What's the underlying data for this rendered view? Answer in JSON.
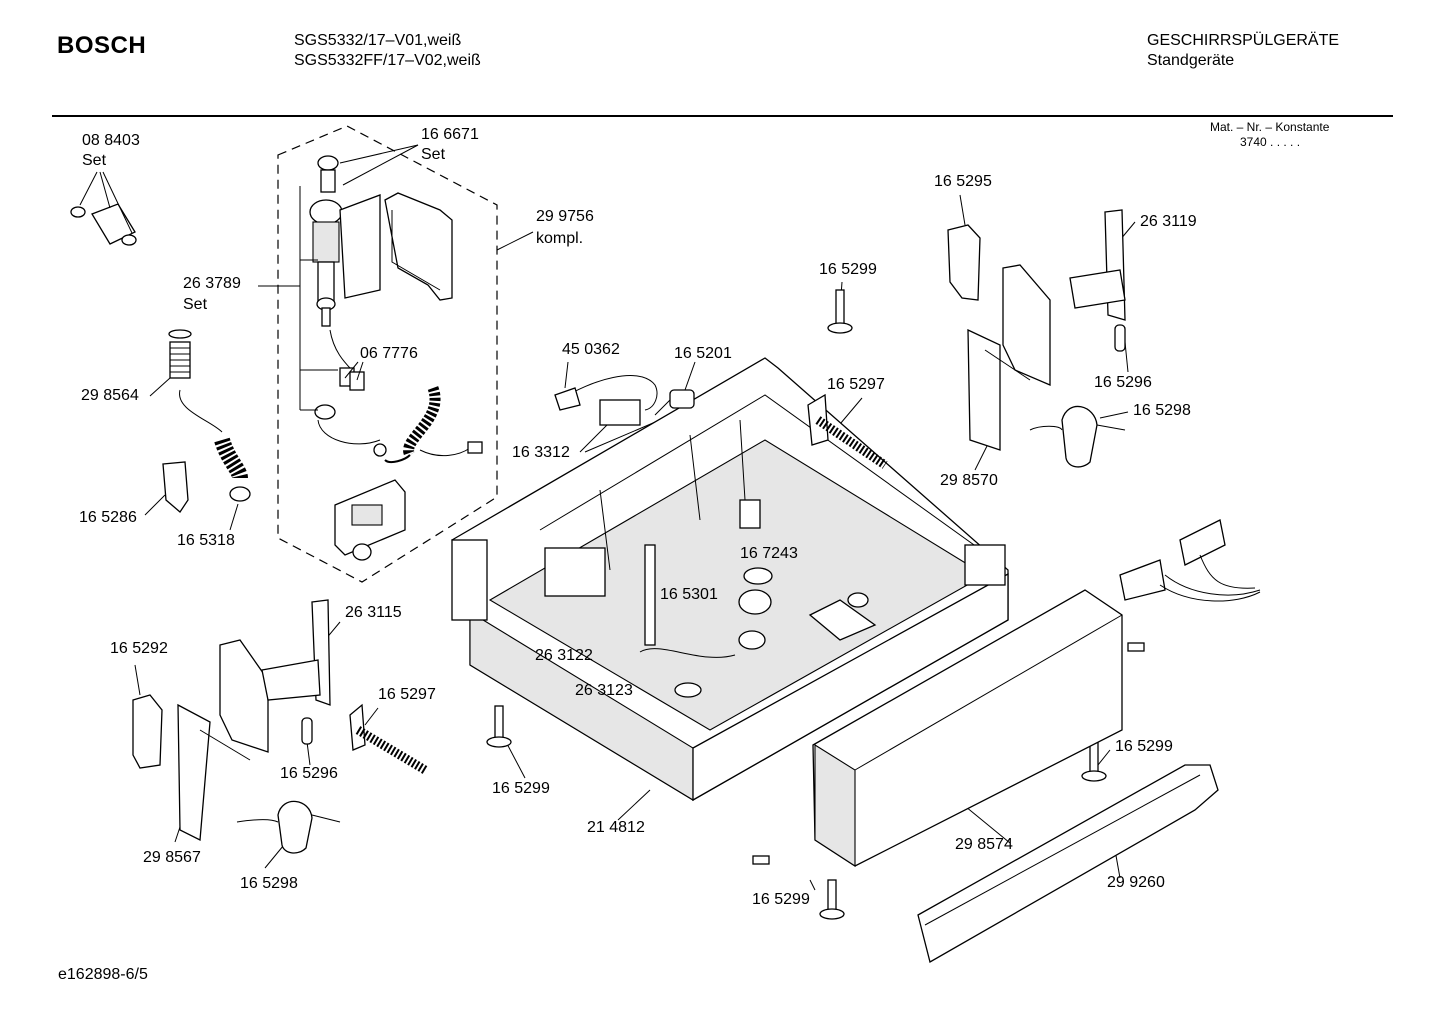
{
  "header": {
    "brand": "BOSCH",
    "model_line_1": "SGS5332/17–V01,weiß",
    "model_line_2": "SGS5332FF/17–V02,weiß",
    "category": "GESCHIRRSPÜLGERÄTE",
    "subcategory": "Standgeräte",
    "mat_title": "Mat. – Nr. – Konstante",
    "mat_value": "3740  .  .  .  .  ."
  },
  "footer": {
    "doc_id": "e162898-6/5"
  },
  "labels": {
    "p088403": "08 8403",
    "set_a": "Set",
    "p166671": "16 6671",
    "set_b": "Set",
    "p299756": "29 9756",
    "kompl": "kompl.",
    "p263789": "26 3789",
    "set_c": "Set",
    "p067776": "06 7776",
    "p298564": "29 8564",
    "p165286": "16 5286",
    "p165318": "16 5318",
    "p450362": "45 0362",
    "p165201": "16 5201",
    "p163312": "16 3312",
    "p165299_a": "16 5299",
    "p165297_a": "16 5297",
    "p165295": "16 5295",
    "p263119": "26 3119",
    "p165296_a": "16 5296",
    "p165298_a": "16 5298",
    "p298570": "29 8570",
    "p167243": "16 7243",
    "p165301": "16 5301",
    "p263122": "26 3122",
    "p263123": "26 3123",
    "p263115": "26 3115",
    "p165292": "16 5292",
    "p165297_b": "16 5297",
    "p165296_b": "16 5296",
    "p165299_b": "16 5299",
    "p298567": "29 8567",
    "p165298_b": "16 5298",
    "p214812": "21 4812",
    "p165299_c": "16 5299",
    "p298574": "29 8574",
    "p165299_d": "16 5299",
    "p299260": "29 9260"
  }
}
